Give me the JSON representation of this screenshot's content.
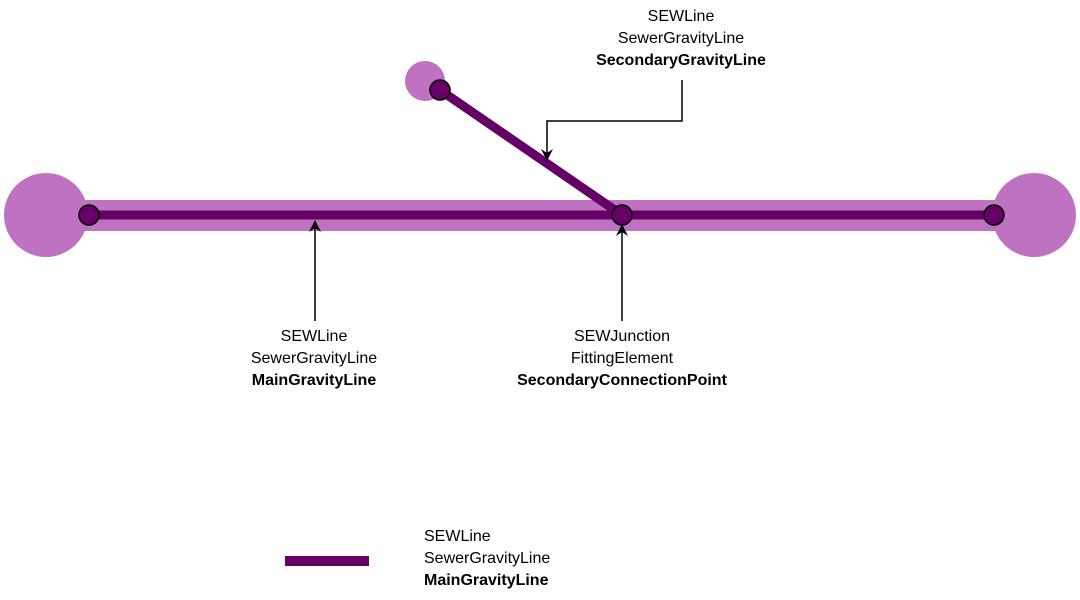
{
  "colors": {
    "pipe": "#660066",
    "highlight": "#bf72c1",
    "annotation": "#000000"
  },
  "annotations": {
    "secondary_gravity_line": {
      "line1": "SEWLine",
      "line2": "SewerGravityLine",
      "line3": "SecondaryGravityLine"
    },
    "main_gravity_line": {
      "line1": "SEWLine",
      "line2": "SewerGravityLine",
      "line3": "MainGravityLine"
    },
    "secondary_connection_point": {
      "line1": "SEWJunction",
      "line2": "FittingElement",
      "line3": "SecondaryConnectionPoint"
    }
  },
  "legend": {
    "line1": "SEWLine",
    "line2": "SewerGravityLine",
    "line3": "MainGravityLine"
  }
}
